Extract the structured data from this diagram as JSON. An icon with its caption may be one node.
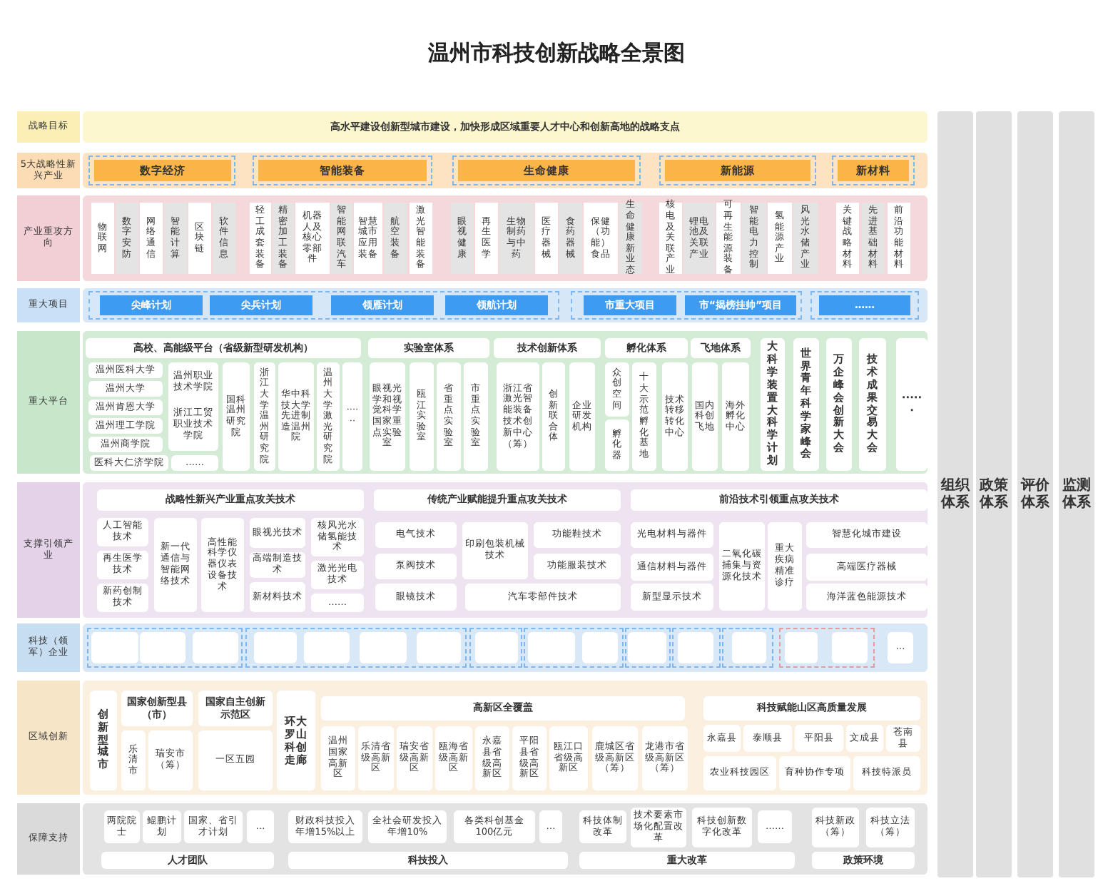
{
  "diagram": {
    "title": "温州市科技创新战略全景图",
    "nodes": [
      {
        "text": [
          "战略目标"
        ]
      },
      {
        "text": [
          "高水平建设创新型城市建设，加快形成区域重要人才中心和创新高地的战略支点"
        ]
      },
      {
        "text": [
          "5大战略性新兴产业"
        ]
      },
      {
        "text": [
          "数字经济"
        ]
      },
      {
        "text": [
          "智能装备"
        ]
      },
      {
        "text": [
          "生命健康"
        ]
      },
      {
        "text": [
          "新能源"
        ]
      },
      {
        "text": [
          "新材料"
        ]
      },
      {
        "text": [
          "产业重攻方向"
        ]
      },
      {
        "text": [
          "物联网"
        ]
      },
      {
        "text": [
          "数字安防"
        ]
      },
      {
        "text": [
          "网络通信"
        ]
      },
      {
        "text": [
          "智能计算"
        ]
      },
      {
        "text": [
          "区块链"
        ]
      },
      {
        "text": [
          "软件信息"
        ]
      },
      {
        "text": [
          "轻工成套装备"
        ]
      },
      {
        "text": [
          "精密加工装备"
        ]
      },
      {
        "text": [
          "机器人及核心零部件"
        ]
      },
      {
        "text": [
          "智能网联汽车"
        ]
      },
      {
        "text": [
          "智慧城市应用装备"
        ]
      },
      {
        "text": [
          "航空装备"
        ]
      },
      {
        "text": [
          "激光智能装备"
        ]
      },
      {
        "text": [
          "眼视健康"
        ]
      },
      {
        "text": [
          "再生医学"
        ]
      },
      {
        "text": [
          "生物制药与中药"
        ]
      },
      {
        "text": [
          "医疗器械"
        ]
      },
      {
        "text": [
          "食药器械"
        ]
      },
      {
        "text": [
          "保健（功能）食品"
        ]
      },
      {
        "text": [
          "生命健康新业态"
        ]
      },
      {
        "text": [
          "核电及关联产业"
        ]
      },
      {
        "text": [
          "锂电池及关联产业"
        ]
      },
      {
        "text": [
          "可再生能源装备"
        ]
      },
      {
        "text": [
          "智能电力控制"
        ]
      },
      {
        "text": [
          "氢能源产业"
        ]
      },
      {
        "text": [
          "风光水储产业"
        ]
      },
      {
        "text": [
          "关键战略材料"
        ]
      },
      {
        "text": [
          "先进基础材料"
        ]
      },
      {
        "text": [
          "前沿功能材料"
        ]
      },
      {
        "text": [
          "重大项目"
        ]
      },
      {
        "text": [
          "尖峰计划"
        ]
      },
      {
        "text": [
          "尖兵计划"
        ]
      },
      {
        "text": [
          "领雁计划"
        ]
      },
      {
        "text": [
          "领航计划"
        ]
      },
      {
        "text": [
          "市重大项目"
        ]
      },
      {
        "text": [
          "市“揭榜挂帅”项目"
        ]
      },
      {
        "text": [
          "……"
        ]
      },
      {
        "text": [
          "重大平台"
        ]
      },
      {
        "text": [
          "高校、高能级平台（省级新型研发机构）"
        ]
      },
      {
        "text": [
          "实验室体系"
        ]
      },
      {
        "text": [
          "技术创新体系"
        ]
      },
      {
        "text": [
          "孵化体系"
        ]
      },
      {
        "text": [
          "飞地体系"
        ]
      },
      {
        "text": [
          "大科学装置大科学计划"
        ]
      },
      {
        "text": [
          "世界青年科学家峰会"
        ]
      },
      {
        "text": [
          "万企峰会创新大会"
        ]
      },
      {
        "text": [
          "技术成果交易大会"
        ]
      },
      {
        "text": [
          "······"
        ]
      },
      {
        "text": [
          "温州医科大学"
        ]
      },
      {
        "text": [
          "温州大学"
        ]
      },
      {
        "text": [
          "温州肯恩大学"
        ]
      },
      {
        "text": [
          "温州理工学院"
        ]
      },
      {
        "text": [
          "温州商学院"
        ]
      },
      {
        "text": [
          "医科大仁济学院"
        ]
      },
      {
        "text": [
          "温州职业技术学院",
          "浙江工贸职业技术学院"
        ]
      },
      {
        "text": [
          "……"
        ]
      },
      {
        "text": [
          "国科温州研究院"
        ]
      },
      {
        "text": [
          "浙江大学温州研究院"
        ]
      },
      {
        "text": [
          "华中科技大学先进制造温州院"
        ]
      },
      {
        "text": [
          "温州大学激光研究院"
        ]
      },
      {
        "text": [
          "······"
        ]
      },
      {
        "text": [
          "眼视光学和视觉科学国家重点实验室"
        ]
      },
      {
        "text": [
          "瓯江实验室"
        ]
      },
      {
        "text": [
          "省重点实验室"
        ]
      },
      {
        "text": [
          "市重点实验室"
        ]
      },
      {
        "text": [
          "浙江省激光智能装备技术创新中心（筹）"
        ]
      },
      {
        "text": [
          "创新联合体"
        ]
      },
      {
        "text": [
          "企业研发机构"
        ]
      },
      {
        "text": [
          "众创空间"
        ]
      },
      {
        "text": [
          "孵化器"
        ]
      },
      {
        "text": [
          "十大示范孵化基地"
        ]
      },
      {
        "text": [
          "技术转移转化中心"
        ]
      },
      {
        "text": [
          "国内科创飞地"
        ]
      },
      {
        "text": [
          "海外孵化中心"
        ]
      },
      {
        "text": [
          "支撑引领产业"
        ]
      },
      {
        "text": [
          "战略性新兴产业重点攻关技术"
        ]
      },
      {
        "text": [
          "传统产业赋能提升重点攻关技术"
        ]
      },
      {
        "text": [
          "前沿技术引领重点攻关技术"
        ]
      },
      {
        "text": [
          "人工智能技术"
        ]
      },
      {
        "text": [
          "再生医学技术"
        ]
      },
      {
        "text": [
          "新药创制技术"
        ]
      },
      {
        "text": [
          "新一代通信与智能网络技术"
        ]
      },
      {
        "text": [
          "高性能科学仪器仪表设备技术"
        ]
      },
      {
        "text": [
          "眼视光技术"
        ]
      },
      {
        "text": [
          "高端制造技术"
        ]
      },
      {
        "text": [
          "新材料技术"
        ]
      },
      {
        "text": [
          "核风光水储氢能技术"
        ]
      },
      {
        "text": [
          "激光光电技术"
        ]
      },
      {
        "text": [
          "……"
        ]
      },
      {
        "text": [
          "电气技术"
        ]
      },
      {
        "text": [
          "泵阀技术"
        ]
      },
      {
        "text": [
          "眼镜技术"
        ]
      },
      {
        "text": [
          "印刷包装机械技术"
        ]
      },
      {
        "text": [
          "功能鞋技术"
        ]
      },
      {
        "text": [
          "功能服装技术"
        ]
      },
      {
        "text": [
          "汽车零部件技术"
        ]
      },
      {
        "text": [
          "光电材料与器件"
        ]
      },
      {
        "text": [
          "通信材料与器件"
        ]
      },
      {
        "text": [
          "新型显示技术"
        ]
      },
      {
        "text": [
          "二氧化碳捕集与资源化技术"
        ]
      },
      {
        "text": [
          "重大疾病精准诊疗"
        ]
      },
      {
        "text": [
          "智慧化城市建设"
        ]
      },
      {
        "text": [
          "高端医疗器械"
        ]
      },
      {
        "text": [
          "海洋蓝色能源技术"
        ]
      },
      {
        "text": [
          "科技（领军）企业"
        ]
      },
      {
        "text": [],
        "shape": "box"
      },
      {
        "text": [],
        "shape": "box"
      },
      {
        "text": [],
        "shape": "box"
      },
      {
        "text": [],
        "shape": "box"
      },
      {
        "text": [],
        "shape": "box"
      },
      {
        "text": [],
        "shape": "box"
      },
      {
        "text": [],
        "shape": "box"
      },
      {
        "text": [],
        "shape": "box"
      },
      {
        "text": [],
        "shape": "box"
      },
      {
        "text": [],
        "shape": "box"
      },
      {
        "text": [],
        "shape": "box"
      },
      {
        "text": [],
        "shape": "box"
      },
      {
        "text": [],
        "shape": "box"
      },
      {
        "text": [],
        "shape": "box"
      },
      {
        "text": [],
        "shape": "box"
      },
      {
        "text": [
          "…"
        ]
      },
      {
        "text": [
          "区域创新"
        ]
      },
      {
        "text": [
          "创新型城市"
        ]
      },
      {
        "text": [
          "国家创新型县（市）"
        ]
      },
      {
        "text": [
          "乐清市"
        ]
      },
      {
        "text": [
          "瑞安市（筹）"
        ]
      },
      {
        "text": [
          "国家自主创新示范区"
        ]
      },
      {
        "text": [
          "一区五园"
        ]
      },
      {
        "text": [
          "环大罗山科创走廊"
        ]
      },
      {
        "text": [
          "高新区全覆盖"
        ]
      },
      {
        "text": [
          "温州国家高新区"
        ]
      },
      {
        "text": [
          "乐清省级高新区"
        ]
      },
      {
        "text": [
          "瑞安省级高新区"
        ]
      },
      {
        "text": [
          "瓯海省级高新区"
        ]
      },
      {
        "text": [
          "永嘉县省级高新区"
        ]
      },
      {
        "text": [
          "平阳县省级高新区"
        ]
      },
      {
        "text": [
          "瓯江口省级高新区"
        ]
      },
      {
        "text": [
          "鹿城区省级高新区（筹）"
        ]
      },
      {
        "text": [
          "龙港市省级高新区（筹）"
        ]
      },
      {
        "text": [
          "科技赋能山区高质量发展"
        ]
      },
      {
        "text": [
          "永嘉县"
        ]
      },
      {
        "text": [
          "泰顺县"
        ]
      },
      {
        "text": [
          "平阳县"
        ]
      },
      {
        "text": [
          "文成县"
        ]
      },
      {
        "text": [
          "苍南县"
        ]
      },
      {
        "text": [
          "农业科技园区"
        ]
      },
      {
        "text": [
          "育种协作专项"
        ]
      },
      {
        "text": [
          "科技特派员"
        ]
      },
      {
        "text": [
          "保障支持"
        ]
      },
      {
        "text": [
          "两院院士"
        ]
      },
      {
        "text": [
          "鲲鹏计划"
        ]
      },
      {
        "text": [
          "国家、省引才计划"
        ]
      },
      {
        "text": [
          "…"
        ]
      },
      {
        "text": [
          "人才团队"
        ]
      },
      {
        "text": [
          "财政科技投入年增15%以上"
        ]
      },
      {
        "text": [
          "全社会研发投入年增10%"
        ]
      },
      {
        "text": [
          "各类科创基金100亿元"
        ]
      },
      {
        "text": [
          "…"
        ]
      },
      {
        "text": [
          "科技投入"
        ]
      },
      {
        "text": [
          "科技体制改革"
        ]
      },
      {
        "text": [
          "技术要素市场化配置改革"
        ]
      },
      {
        "text": [
          "科技创新数字化改革"
        ]
      },
      {
        "text": [
          "……"
        ]
      },
      {
        "text": [
          "重大改革"
        ]
      },
      {
        "text": [
          "科技新政（筹）"
        ]
      },
      {
        "text": [
          "科技立法（筹）"
        ]
      },
      {
        "text": [
          "政策环境"
        ]
      },
      {
        "text": [
          "组织体系"
        ]
      },
      {
        "text": [
          "政策体系"
        ]
      },
      {
        "text": [
          "评价体系"
        ]
      },
      {
        "text": [
          "监测体系"
        ]
      }
    ]
  }
}
